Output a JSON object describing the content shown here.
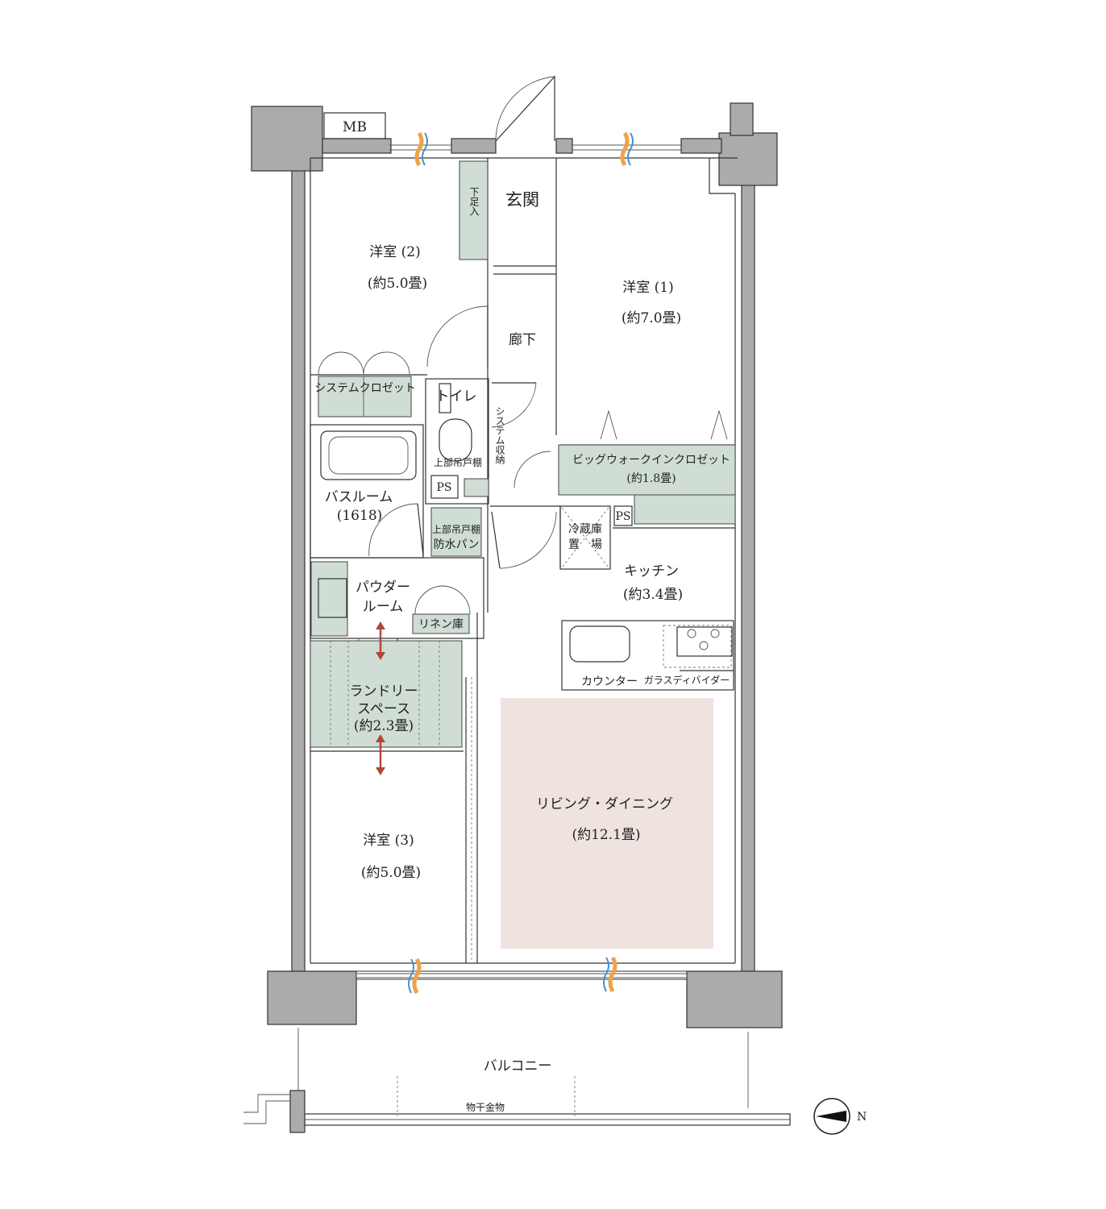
{
  "colors": {
    "wall": "#ababab",
    "storage": "#cfddd4",
    "living_highlight": "#efe3df",
    "arrow": "#b0483a",
    "air_blue": "#4a90c8",
    "air_orange": "#f0a24a"
  },
  "rooms": {
    "mb": "MB",
    "entrance": "玄関",
    "shoe_box": "下足入",
    "western2_name": "洋室 (2)",
    "western2_size": "(約5.0畳)",
    "western1_name": "洋室 (1)",
    "western1_size": "(約7.0畳)",
    "hallway": "廊下",
    "system_closet": "システムクロゼット",
    "toilet": "トイレ",
    "system_storage": "システム収納",
    "upper_shelf_1": "上部吊戸棚",
    "ps_1": "PS",
    "ps_2": "PS",
    "bathroom_name": "バスルーム",
    "bathroom_size": "(1618)",
    "upper_shelf_2": "上部吊戸棚",
    "waterproof_pan": "防水パン",
    "big_wic_name": "ビッグウォークインクロゼット",
    "big_wic_size": "(約1.8畳)",
    "fridge_line1": "冷蔵庫",
    "fridge_line2": "置　場",
    "kitchen_name": "キッチン",
    "kitchen_size": "(約3.4畳)",
    "powder_line1": "パウダー",
    "powder_line2": "ルーム",
    "linen": "リネン庫",
    "counter": "カウンター",
    "glass_divider": "ガラスディバイダー",
    "laundry_line1": "ランドリー",
    "laundry_line2": "スペース",
    "laundry_size": "(約2.3畳)",
    "living_name": "リビング・ダイニング",
    "living_size": "(約12.1畳)",
    "western3_name": "洋室 (3)",
    "western3_size": "(約5.0畳)",
    "balcony": "バルコニー",
    "drying_hardware": "物干金物",
    "north_mark": "N"
  }
}
